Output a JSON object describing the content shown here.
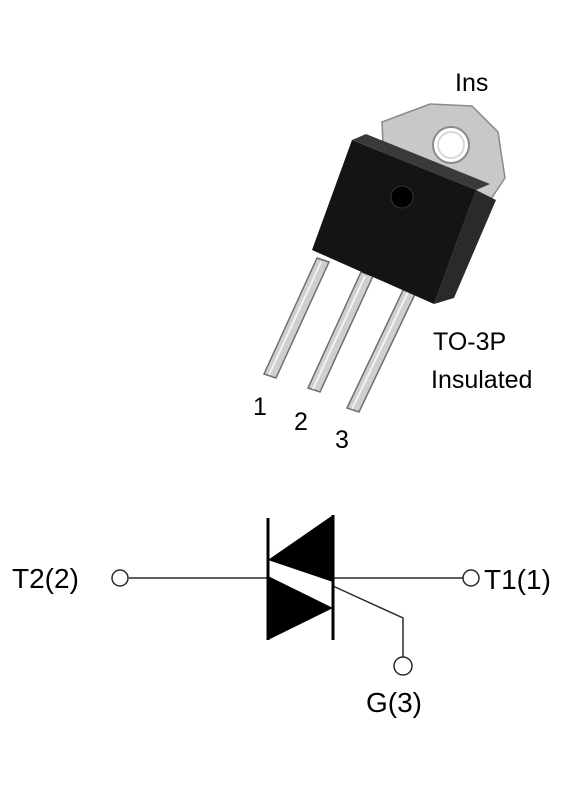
{
  "package": {
    "tab_label": "Ins",
    "package_name": "TO-3P",
    "package_type": "Insulated",
    "pin_numbers": [
      "1",
      "2",
      "3"
    ],
    "colors": {
      "body": "#141414",
      "tab": "#c8c8c8",
      "tab_outline": "#8a8a8a",
      "leads": "#cfcfcf",
      "lead_outline": "#6e6e6e"
    }
  },
  "schematic": {
    "terminal_t2": "T2(2)",
    "terminal_t1": "T1(1)",
    "terminal_gate": "G(3)",
    "symbol": "triac-icon",
    "colors": {
      "wire": "#2a2a2a",
      "symbol": "#000000"
    }
  }
}
